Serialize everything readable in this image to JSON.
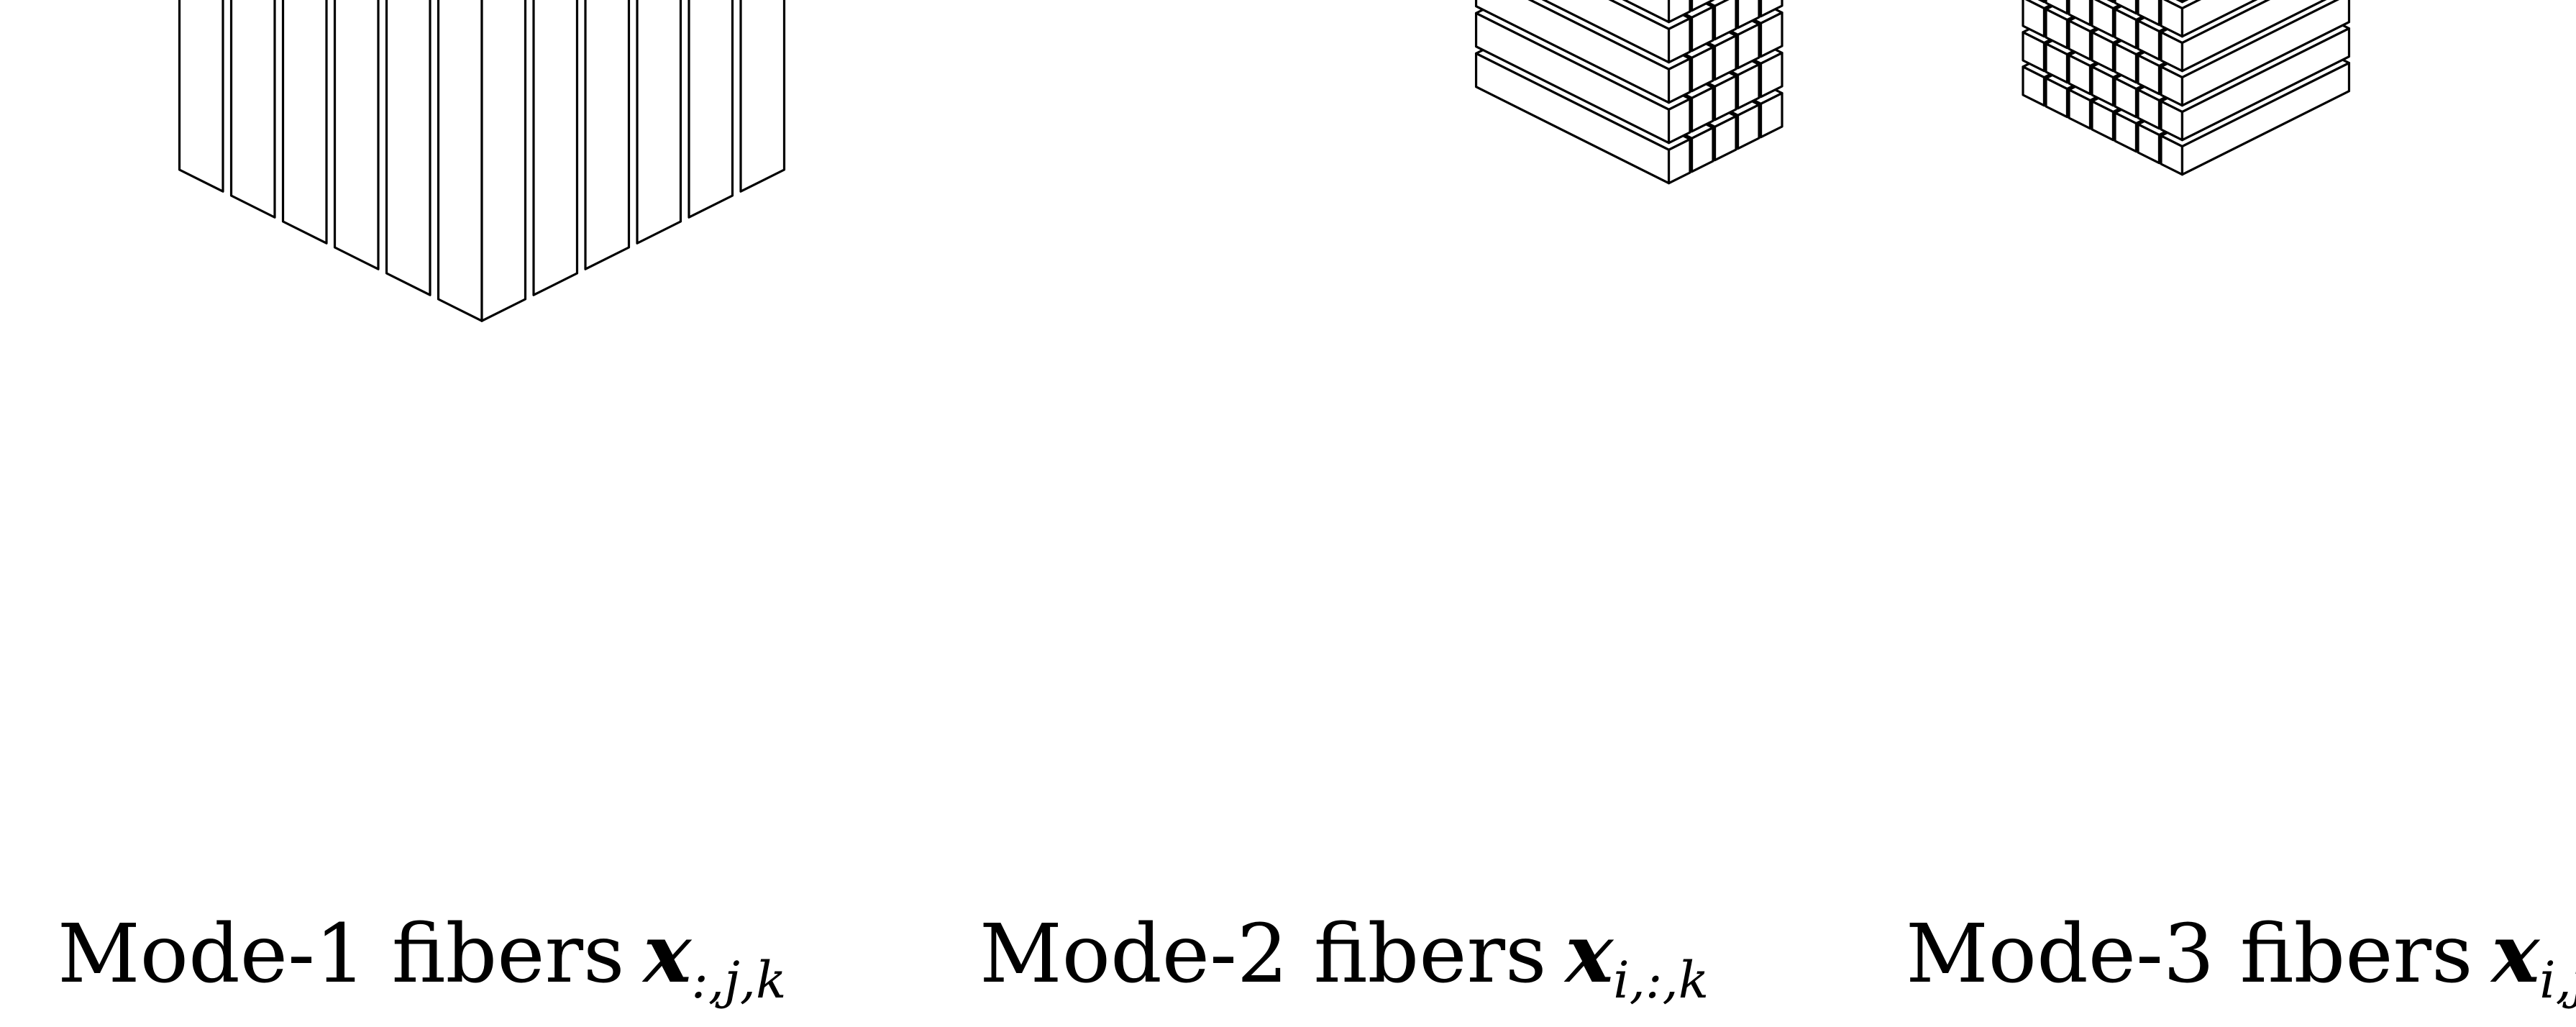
{
  "figure": {
    "diagrams": [
      {
        "id": "mode-1",
        "caption_text": "Mode-1 fibers",
        "caption_symbol": "x",
        "caption_subscript": ":,j,k",
        "fiber_direction": "vertical"
      },
      {
        "id": "mode-2",
        "caption_text": "Mode-2 fibers",
        "caption_symbol": "x",
        "caption_subscript": "i,:,k",
        "fiber_direction": "horizontal-back"
      },
      {
        "id": "mode-3",
        "caption_text": "Mode-3 fibers",
        "caption_symbol": "x",
        "caption_subscript": "i,j,:",
        "fiber_direction": "horizontal-depth"
      }
    ],
    "stroke_color": "#000000",
    "fill_color": "#ffffff"
  }
}
